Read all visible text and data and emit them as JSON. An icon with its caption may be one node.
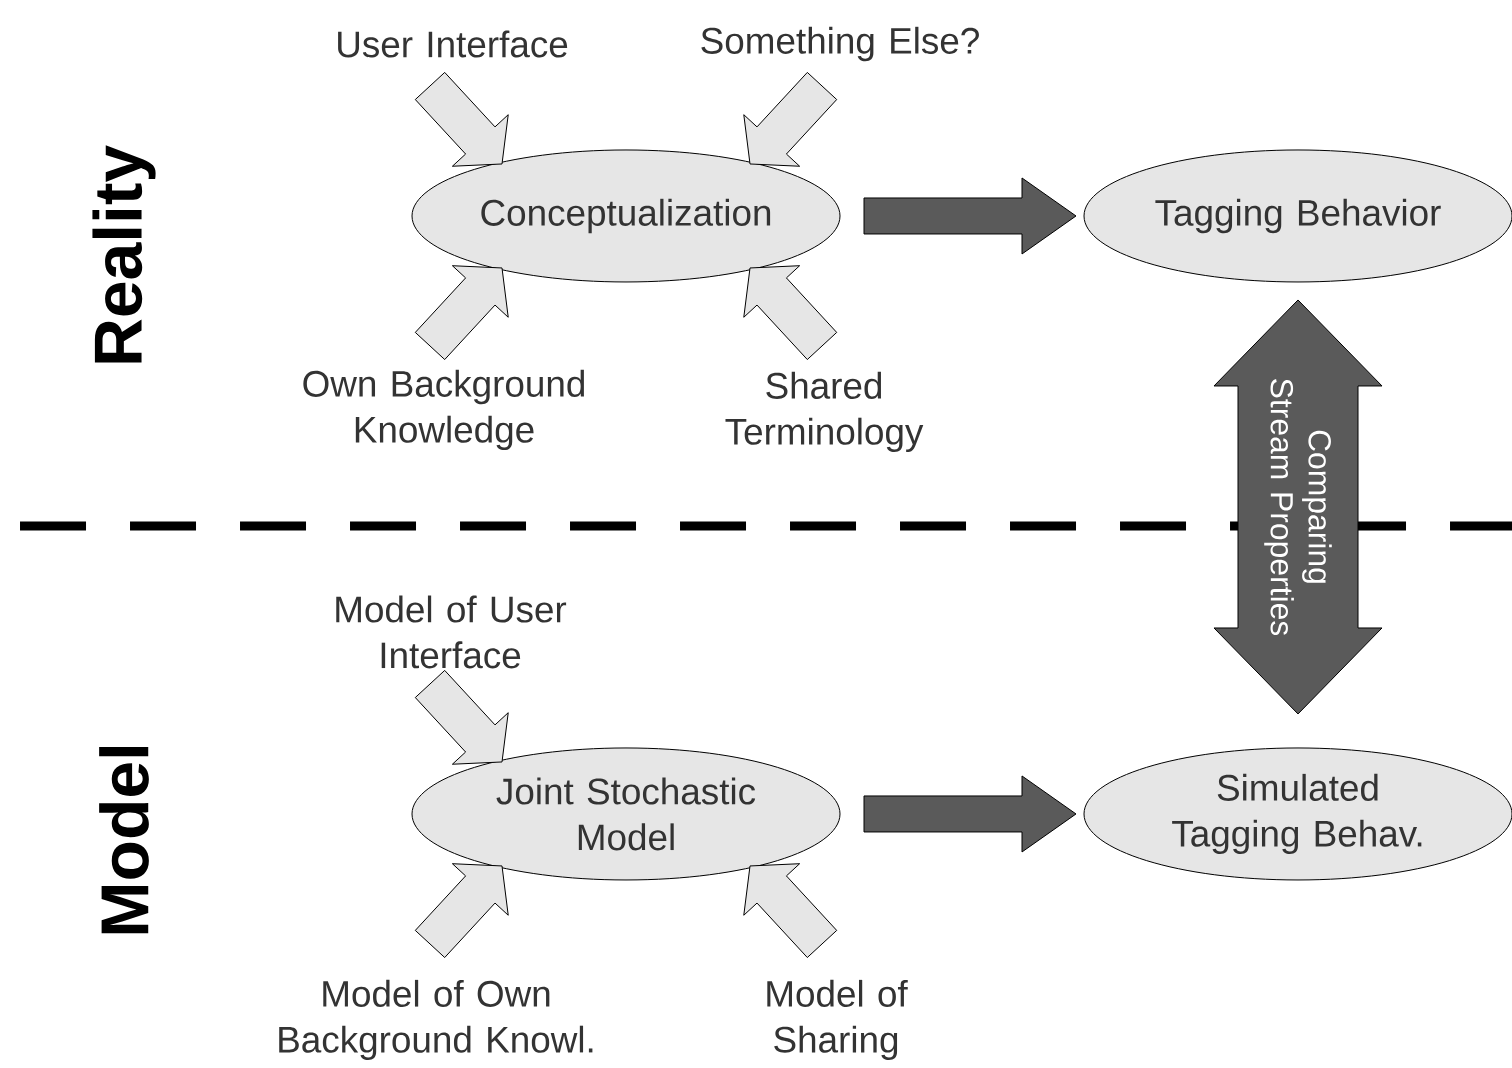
{
  "diagram": {
    "nodes": [
      {
        "text": [
          "User Interface"
        ]
      },
      {
        "text": [
          "Something Else?"
        ]
      },
      {
        "text": [
          "Conceptualization"
        ]
      },
      {
        "text": [
          "Tagging Behavior"
        ]
      },
      {
        "text": [
          "Own Background Knowledge"
        ]
      },
      {
        "text": [
          "Shared Terminology"
        ]
      },
      {
        "text": [
          "Model of User Interface"
        ]
      },
      {
        "text": [
          "Joint Stochastic Model"
        ]
      },
      {
        "text": [
          "Simulated Tagging Behav."
        ]
      },
      {
        "text": [
          "Model of Own Background Knowl."
        ]
      },
      {
        "text": [
          "Model of Sharing"
        ]
      }
    ],
    "edges": [
      {
        "from": 0,
        "to": 2,
        "arrow": "to"
      },
      {
        "from": 1,
        "to": 2,
        "arrow": "to"
      },
      {
        "from": 4,
        "to": 2,
        "arrow": "to"
      },
      {
        "from": 5,
        "to": 2,
        "arrow": "to"
      },
      {
        "from": 2,
        "to": 3,
        "arrow": "to",
        "style": "thick",
        "color": "#5a5a5a"
      },
      {
        "from": 3,
        "to": 8,
        "arrow": "both",
        "style": "thick",
        "color": "#5a5a5a",
        "label": "Comparing Stream Properties"
      },
      {
        "from": 6,
        "to": 7,
        "arrow": "to"
      },
      {
        "from": 9,
        "to": 7,
        "arrow": "to"
      },
      {
        "from": 10,
        "to": 7,
        "arrow": "to"
      },
      {
        "from": 7,
        "to": 8,
        "arrow": "to",
        "style": "thick",
        "color": "#5a5a5a"
      }
    ],
    "labels": [
      "Reality",
      "Model"
    ]
  }
}
